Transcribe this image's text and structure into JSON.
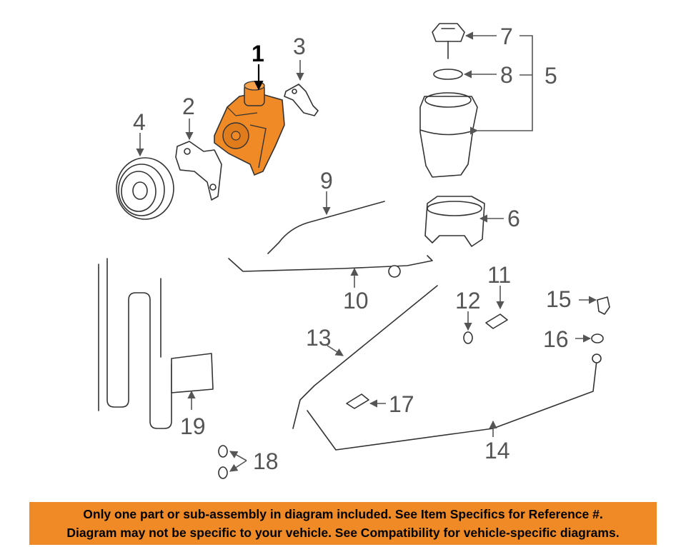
{
  "callouts": {
    "c1": "1",
    "c2": "2",
    "c3": "3",
    "c4": "4",
    "c5": "5",
    "c6": "6",
    "c7": "7",
    "c8": "8",
    "c9": "9",
    "c10": "10",
    "c11": "11",
    "c12": "12",
    "c13": "13",
    "c14": "14",
    "c15": "15",
    "c16": "16",
    "c17": "17",
    "c18": "18",
    "c19": "19"
  },
  "highlight_color": "#f08a26",
  "disclaimer": {
    "line1": "Only one part or sub-assembly in diagram included. See Item Specifics for Reference #.",
    "line2": "Diagram may not be specific to your vehicle. See Compatibility for vehicle-specific diagrams."
  }
}
